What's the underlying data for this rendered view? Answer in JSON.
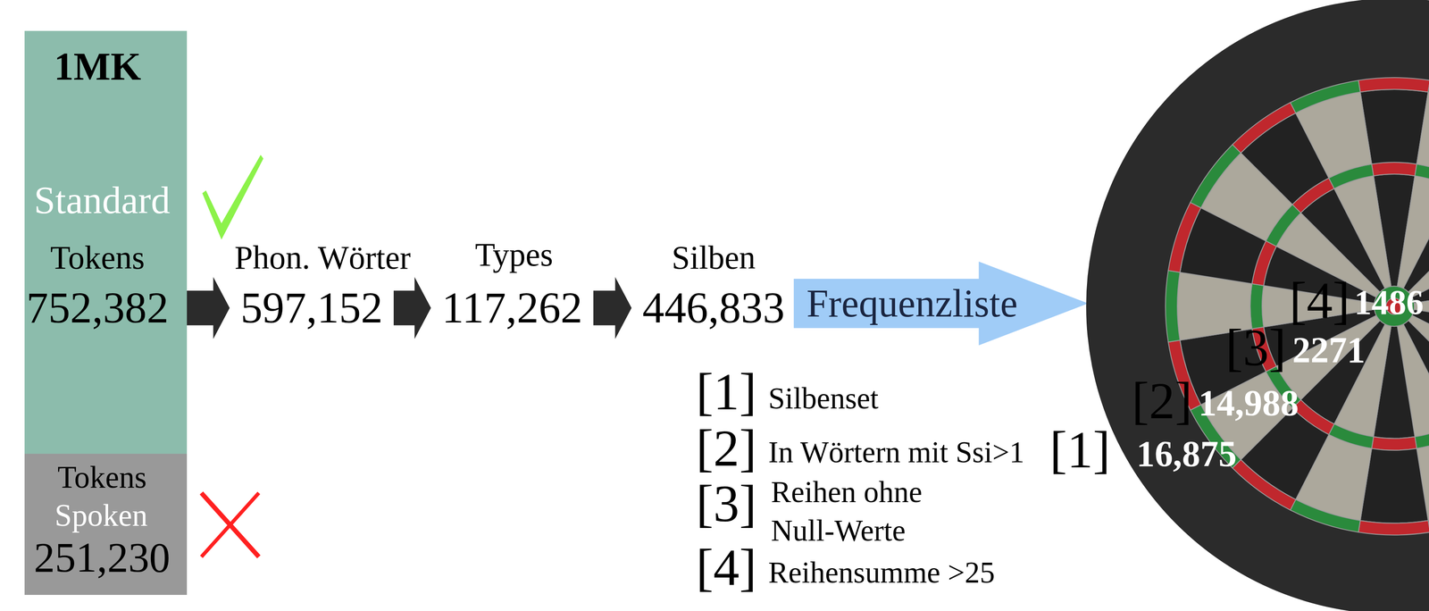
{
  "diagram": {
    "nodes": [
      {
        "text": [
          "1MK",
          "Standard",
          "Tokens",
          "752,382"
        ]
      },
      {
        "text": [
          "Tokens",
          "Spoken",
          "251,230"
        ]
      },
      {
        "text": [
          "Phon. Wörter",
          "597,152"
        ]
      },
      {
        "text": [
          "Types",
          "117,262"
        ]
      },
      {
        "text": [
          "Silben",
          "446,833"
        ]
      },
      {
        "text": [
          "[4]",
          "1486",
          "[3]",
          "2271",
          "[2]",
          "14,988",
          "16,875"
        ]
      }
    ],
    "edges": [
      {
        "from": 0,
        "to": 2,
        "arrow": "to"
      },
      {
        "from": 2,
        "to": 3,
        "arrow": "to"
      },
      {
        "from": 3,
        "to": 4,
        "arrow": "to"
      },
      {
        "from": 4,
        "to": 5,
        "arrow": "to",
        "label": "Frequenzliste"
      }
    ],
    "labels": [
      "[1]",
      "Silbenset",
      "[2]",
      "In Wörtern mit Ssi>1",
      "[1]",
      "[3]",
      "Reihen ohne Null-Werte",
      "[4]",
      "Reihensumme >25"
    ]
  }
}
